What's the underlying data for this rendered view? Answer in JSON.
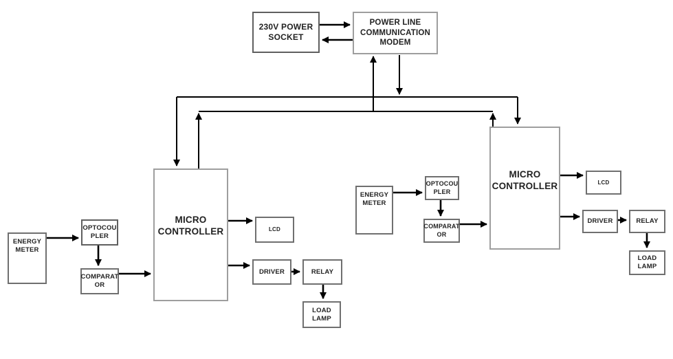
{
  "diagram": {
    "nodes": {
      "power_socket": {
        "label": "230V POWER\nSOCKET"
      },
      "plc_modem": {
        "label": "POWER LINE\nCOMMUNICATION\nMODEM"
      },
      "mc_left": {
        "label": "MICRO\nCONTROLLER"
      },
      "mc_right": {
        "label": "MICRO\nCONTROLLER"
      },
      "em_left": {
        "label": "ENERGY\nMETER"
      },
      "opto_left": {
        "label": "OPTOCOU\nPLER"
      },
      "comp_left": {
        "label": "COMPARAT\nOR"
      },
      "lcd_left": {
        "label": "LCD"
      },
      "driver_left": {
        "label": "DRIVER"
      },
      "relay_left": {
        "label": "RELAY"
      },
      "load_left": {
        "label": "LOAD\nLAMP"
      },
      "em_right": {
        "label": "ENERGY\nMETER"
      },
      "opto_right": {
        "label": "OPTOCOU\nPLER"
      },
      "comp_right": {
        "label": "COMPARAT\nOR"
      },
      "lcd_right": {
        "label": "LCD"
      },
      "driver_right": {
        "label": "DRIVER"
      },
      "relay_right": {
        "label": "RELAY"
      },
      "load_right": {
        "label": "LOAD\nLAMP"
      }
    },
    "edges": [
      {
        "from": "power_socket",
        "to": "plc_modem"
      },
      {
        "from": "plc_modem",
        "to": "power_socket"
      },
      {
        "from": "plc_modem",
        "to": "mc_left"
      },
      {
        "from": "plc_modem",
        "to": "mc_right"
      },
      {
        "from": "mc_left",
        "to": "plc_modem"
      },
      {
        "from": "mc_right",
        "to": "plc_modem"
      },
      {
        "from": "em_left",
        "to": "opto_left"
      },
      {
        "from": "opto_left",
        "to": "comp_left"
      },
      {
        "from": "comp_left",
        "to": "mc_left"
      },
      {
        "from": "mc_left",
        "to": "lcd_left"
      },
      {
        "from": "mc_left",
        "to": "driver_left"
      },
      {
        "from": "driver_left",
        "to": "relay_left"
      },
      {
        "from": "relay_left",
        "to": "load_left"
      },
      {
        "from": "em_right",
        "to": "opto_right"
      },
      {
        "from": "opto_right",
        "to": "comp_right"
      },
      {
        "from": "comp_right",
        "to": "mc_right"
      },
      {
        "from": "mc_right",
        "to": "lcd_right"
      },
      {
        "from": "mc_right",
        "to": "driver_right"
      },
      {
        "from": "driver_right",
        "to": "relay_right"
      },
      {
        "from": "relay_right",
        "to": "load_right"
      }
    ],
    "colors": {
      "background": "#ffffff",
      "line": "#000000",
      "box_border_dark": "#5f5f5f",
      "box_border": "#6f6f6f",
      "box_border_light": "#9e9e9e",
      "text": "#222222"
    }
  }
}
